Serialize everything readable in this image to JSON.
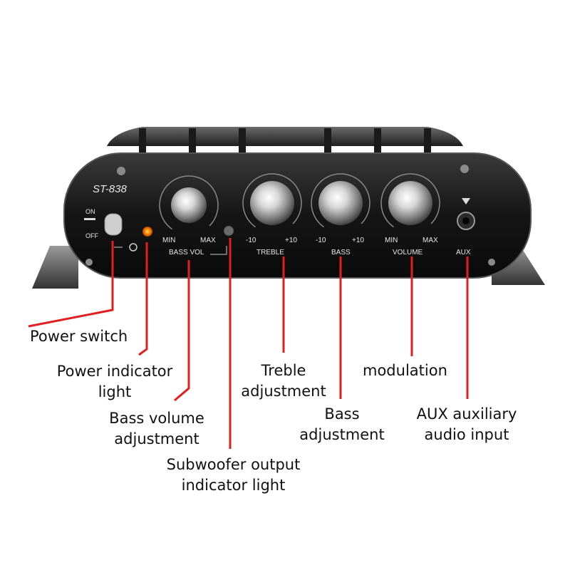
{
  "device": {
    "model": "ST-838",
    "switch_labels": {
      "on": "ON",
      "off": "OFF"
    },
    "bass_vol": {
      "min": "MIN",
      "max": "MAX",
      "label": "BASS VOL"
    },
    "treble": {
      "min": "-10",
      "max": "+10",
      "label": "TREBLE"
    },
    "bass": {
      "min": "-10",
      "max": "+10",
      "label": "BASS"
    },
    "volume": {
      "min": "MIN",
      "max": "MAX",
      "label": "VOLUME"
    },
    "aux": {
      "label": "AUX"
    }
  },
  "callouts": {
    "power_switch": "Power switch",
    "power_indicator": [
      "Power indicator",
      "light"
    ],
    "bass_volume": [
      "Bass volume",
      "adjustment"
    ],
    "subwoofer": [
      "Subwoofer output",
      "indicator light"
    ],
    "treble": [
      "Treble",
      "adjustment"
    ],
    "bass": [
      "Bass",
      "adjustment"
    ],
    "modulation": "modulation",
    "aux": [
      "AUX auxiliary",
      "audio input"
    ]
  },
  "colors": {
    "callout_line": "#e02020",
    "panel": "#141414",
    "led": "#ff7a00"
  }
}
